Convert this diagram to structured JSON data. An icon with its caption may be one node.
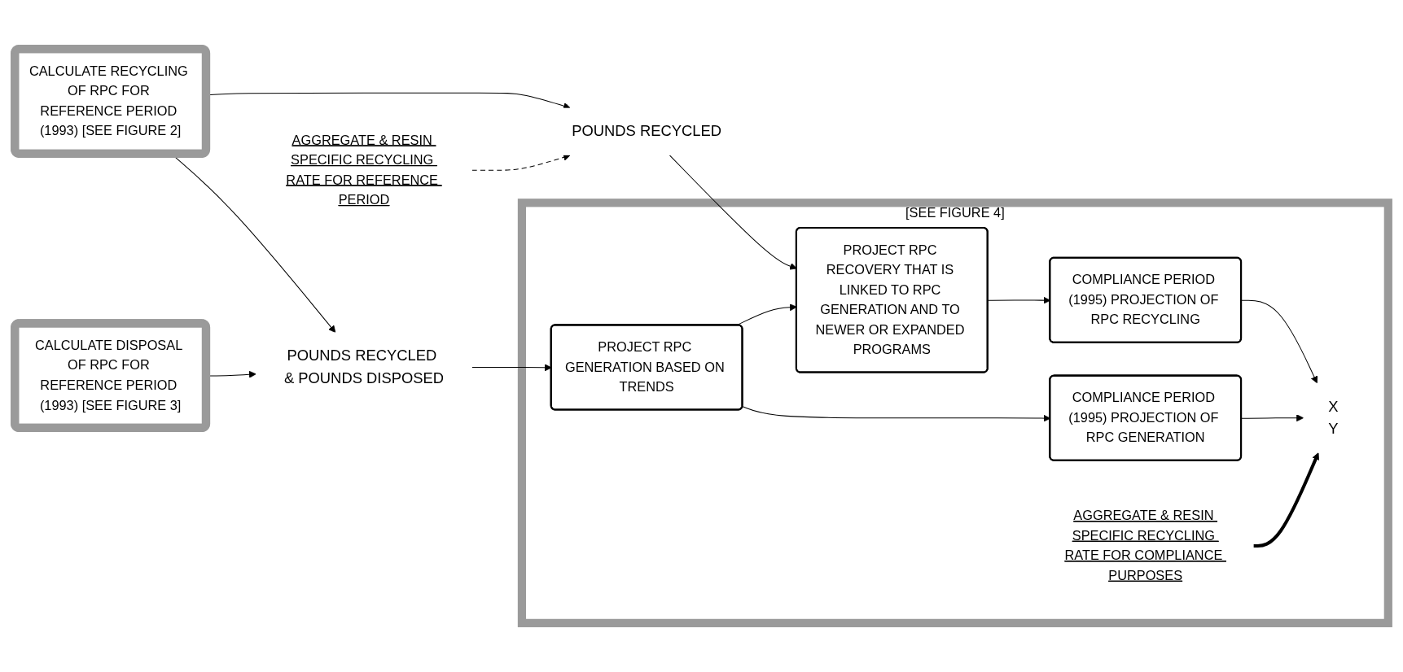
{
  "diagram": {
    "nodes": [
      {
        "text": [
          "CALCULATE RECYCLING OF RPC FOR REFERENCE PERIOD (1993) [SEE FIGURE 2]"
        ]
      },
      {
        "text": [
          "AGGREGATE & RESIN SPECIFIC RECYCLING RATE FOR REFERENCE PERIOD"
        ]
      },
      {
        "text": [
          "POUNDS RECYCLED"
        ]
      },
      {
        "text": [
          "POUNDS RECYCLED & POUNDS DISPOSED"
        ]
      },
      {
        "text": [
          "CALCULATE DISPOSAL OF RPC FOR REFERENCE PERIOD (1993) [SEE FIGURE 3]"
        ]
      },
      {
        "text": [
          "[SEE FIGURE 4]"
        ]
      },
      {
        "text": [
          "PROJECT RPC RECOVERY THAT IS LINKED TO RPC GENERATION AND TO NEWER OR EXPANDED PROGRAMS"
        ],
        "in": 5
      },
      {
        "text": [
          "COMPLIANCE PERIOD (1995) PROJECTION OF RPC RECYCLING"
        ],
        "in": 5
      },
      {
        "text": [
          "AGGREGATE & RESIN SPECIFIC RECYCLING RATE FOR COMPLIANCE PURPOSES"
        ],
        "in": 5
      },
      {
        "text": [
          "X",
          "Y"
        ],
        "in": 5
      },
      {
        "text": [
          "PROJECT RPC GENERATION BASED ON TRENDS"
        ],
        "in": 5
      },
      {
        "text": [
          "COMPLIANCE PERIOD (1995) PROJECTION OF RPC GENERATION"
        ],
        "in": 5
      }
    ],
    "edges": [
      {
        "from": 0,
        "to": 2,
        "arrow": "to"
      },
      {
        "from": 0,
        "to": 3,
        "arrow": "to"
      },
      {
        "from": 4,
        "to": 3,
        "arrow": "to"
      },
      {
        "from": 1,
        "to": 2,
        "arrow": "to",
        "style": "dashed"
      },
      {
        "from": 2,
        "to": 6,
        "arrow": "to"
      },
      {
        "from": 3,
        "to": 10,
        "arrow": "to"
      },
      {
        "from": 10,
        "to": 6,
        "arrow": "to"
      },
      {
        "from": 6,
        "to": 7,
        "arrow": "to"
      },
      {
        "from": 10,
        "to": 11,
        "arrow": "to"
      },
      {
        "from": 7,
        "to": 9,
        "arrow": "to"
      },
      {
        "from": 11,
        "to": 9,
        "arrow": "to"
      },
      {
        "from": 8,
        "to": 9,
        "arrow": "to",
        "style": "thick"
      }
    ]
  }
}
